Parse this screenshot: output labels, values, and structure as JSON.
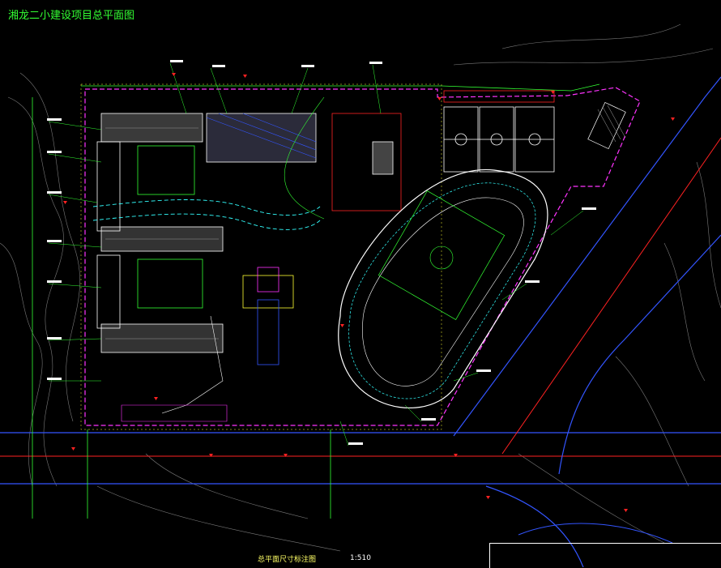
{
  "drawing": {
    "title": "湘龙二小建设项目总平面图",
    "bottom_title": "总平面尺寸标注图",
    "scale_label": "1:510"
  },
  "colors": {
    "background": "#000000",
    "title_green": "#33ff33",
    "boundary_magenta": "#ff33ff",
    "road_blue": "#3355ff",
    "road_red": "#ff2222",
    "green_line": "#33ff33",
    "yellow_line": "#ffff33",
    "cyan_line": "#33ffff",
    "white_line": "#ffffff"
  }
}
